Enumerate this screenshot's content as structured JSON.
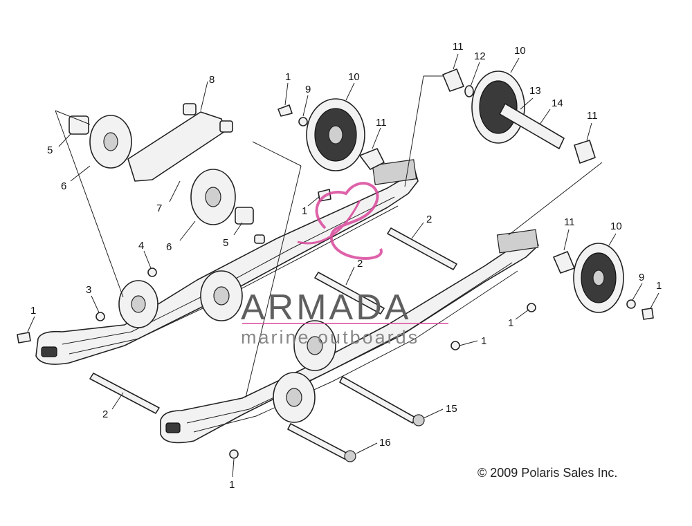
{
  "callouts": {
    "c1a": "1",
    "c1b": "1",
    "c1c": "1",
    "c1d": "1",
    "c1e": "1",
    "c1f": "1",
    "c1g": "1",
    "c2a": "2",
    "c2b": "2",
    "c2c": "2",
    "c3": "3",
    "c4": "4",
    "c5a": "5",
    "c5b": "5",
    "c6a": "6",
    "c6b": "6",
    "c7": "7",
    "c8": "8",
    "c9a": "9",
    "c9b": "9",
    "c10a": "10",
    "c10b": "10",
    "c10c": "10",
    "c11a": "11",
    "c11b": "11",
    "c11c": "11",
    "c11d": "11",
    "c12": "12",
    "c13": "13",
    "c14": "14",
    "c15": "15",
    "c16": "16"
  },
  "copyright": "© 2009 Polaris Sales Inc.",
  "watermark": {
    "brand": "ARMADA",
    "tagline": "marine outboards",
    "color": "#d9479b"
  }
}
